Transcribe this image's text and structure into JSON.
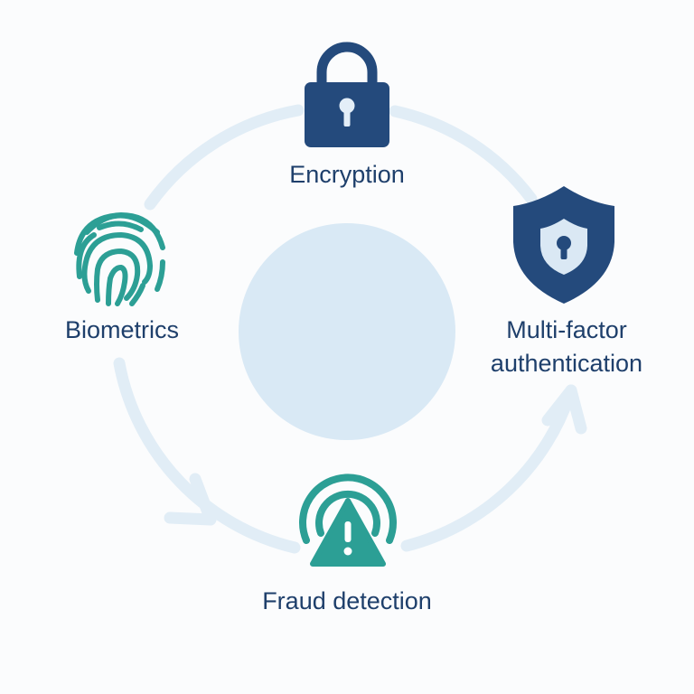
{
  "diagram": {
    "nodes": {
      "encryption": {
        "label": "Encryption",
        "icon": "padlock-icon"
      },
      "mfa": {
        "label_line1": "Multi-factor",
        "label_line2": "authentication",
        "icon": "shield-keyhole-icon"
      },
      "fraud": {
        "label": "Fraud detection",
        "icon": "warning-signal-icon"
      },
      "biometrics": {
        "label": "Biometrics",
        "icon": "fingerprint-icon"
      }
    }
  },
  "colors": {
    "navy": "#244a7c",
    "teal": "#2c9f95",
    "ring": "#e1edf6",
    "hub": "#d9e9f5",
    "text": "#1e3f6b",
    "background": "#fbfcfd"
  }
}
